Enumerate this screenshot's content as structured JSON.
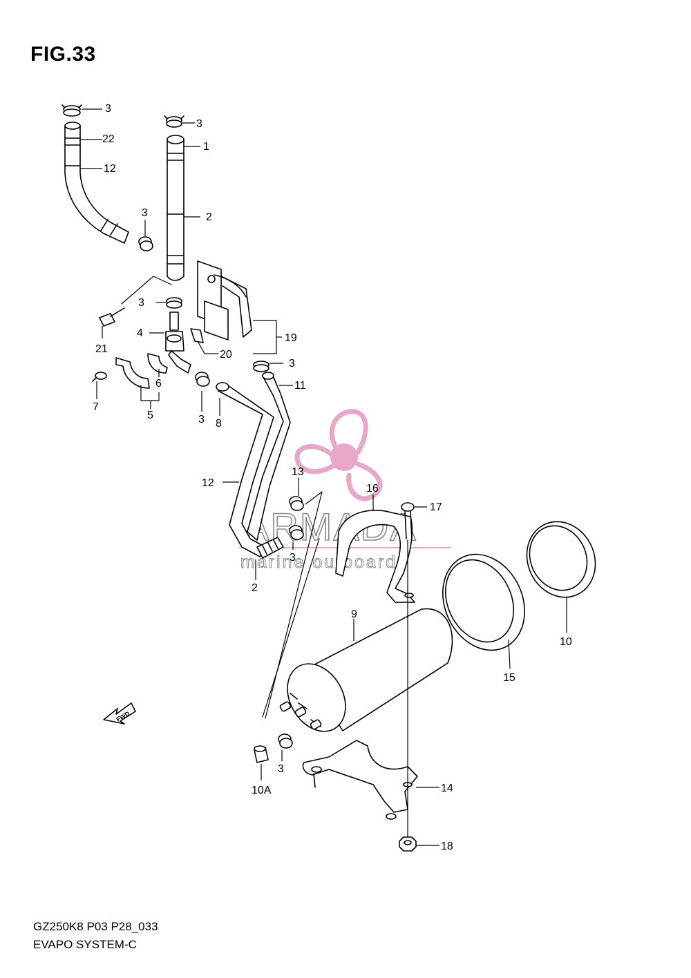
{
  "figure": {
    "title": "FIG.33",
    "code": "GZ250K8 P03 P28_033",
    "name": "EVAPO SYSTEM-C"
  },
  "watermark": {
    "brand": "ARMADA",
    "tagline": "marine outboards",
    "color": "#e8a6c8"
  },
  "arrow": {
    "label": "FWD"
  },
  "callouts": [
    "3",
    "3",
    "22",
    "1",
    "12",
    "2",
    "3",
    "3",
    "4",
    "19",
    "21",
    "20",
    "3",
    "6",
    "11",
    "7",
    "5",
    "3",
    "8",
    "12",
    "13",
    "16",
    "17",
    "3",
    "2",
    "9",
    "10",
    "15",
    "3",
    "10A",
    "14",
    "18"
  ]
}
